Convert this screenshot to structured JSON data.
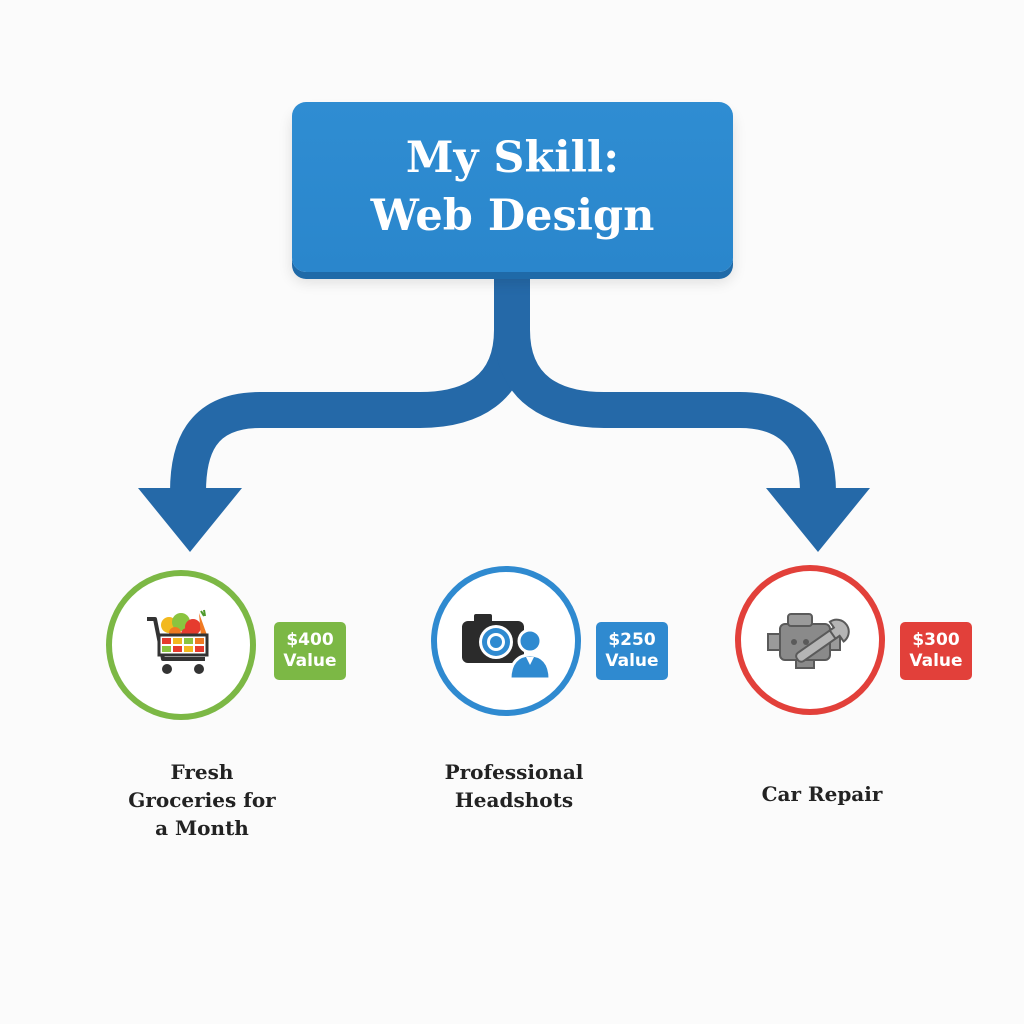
{
  "title": {
    "line1": "My Skill:",
    "line2": "Web Design"
  },
  "colors": {
    "primary_blue": "#2b87cc",
    "arrow_blue": "#2569a8",
    "green": "#7cb845",
    "blue": "#2f8ad0",
    "red": "#e2403a"
  },
  "outcomes": [
    {
      "icon": "shopping-cart-icon",
      "value_amount": "$400",
      "value_word": "Value",
      "caption": "Fresh\nGroceries for\na Month"
    },
    {
      "icon": "camera-person-icon",
      "value_amount": "$250",
      "value_word": "Value",
      "caption": "Professional\nHeadshots"
    },
    {
      "icon": "engine-wrench-icon",
      "value_amount": "$300",
      "value_word": "Value",
      "caption": "Car Repair"
    }
  ]
}
